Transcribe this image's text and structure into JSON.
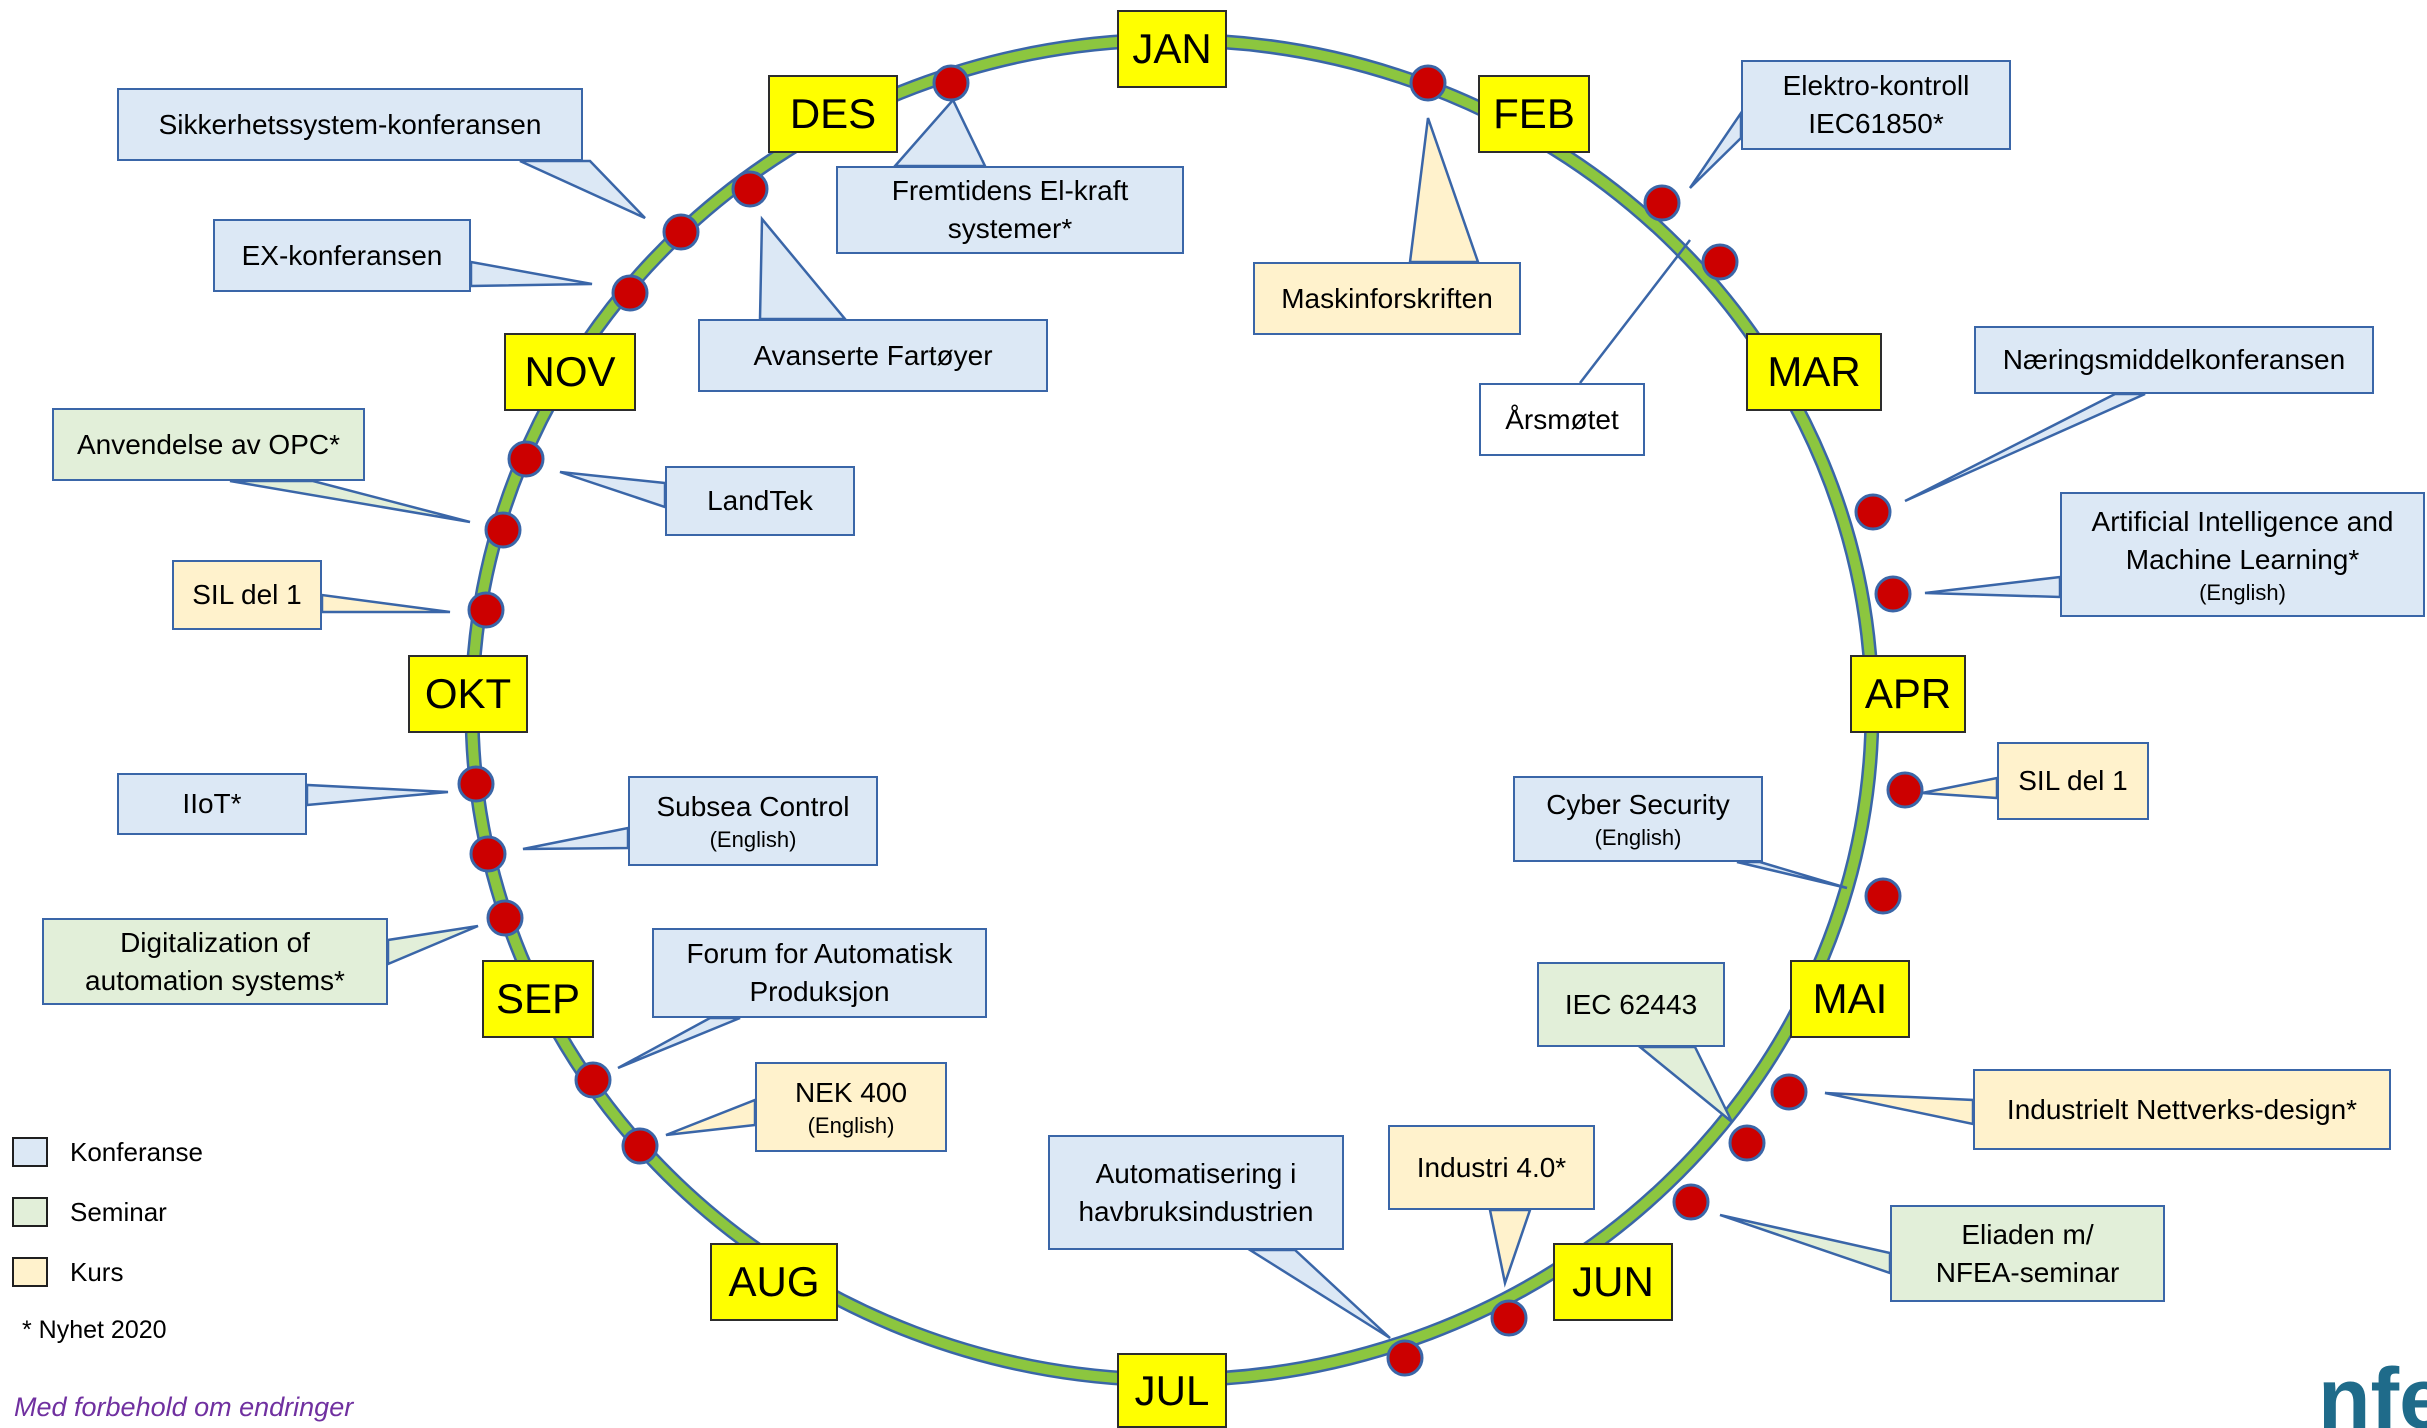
{
  "colors": {
    "ring": "#8cc63f",
    "ring_edge": "#3a66a8",
    "dot": "#cc0000",
    "month_fill": "#ffff00",
    "konferanse": "#dce8f5",
    "seminar": "#e2efd9",
    "kurs": "#fff2cc",
    "border": "#3a66a8",
    "footer": "#7030a0",
    "logo": "#1f6b8a"
  },
  "months": [
    "JAN",
    "FEB",
    "MAR",
    "APR",
    "MAI",
    "JUN",
    "JUL",
    "AUG",
    "SEP",
    "OKT",
    "NOV",
    "DES"
  ],
  "events": [
    {
      "lines": [
        "Sikkerhetssystem-konferansen"
      ],
      "type": "konferanse"
    },
    {
      "lines": [
        "EX-konferansen"
      ],
      "type": "konferanse"
    },
    {
      "lines": [
        "Fremtidens El-kraft",
        "systemer*"
      ],
      "type": "konferanse"
    },
    {
      "lines": [
        "Avanserte Fartøyer"
      ],
      "type": "konferanse"
    },
    {
      "lines": [
        "Maskinforskriften"
      ],
      "type": "kurs"
    },
    {
      "lines": [
        "Elektro-kontroll",
        "IEC61850*"
      ],
      "type": "konferanse"
    },
    {
      "lines": [
        "Årsmøtet"
      ],
      "type": "annet"
    },
    {
      "lines": [
        "Næringsmiddelkonferansen"
      ],
      "type": "konferanse"
    },
    {
      "lines": [
        "Artificial Intelligence and",
        "Machine Learning*"
      ],
      "sub": "(English)",
      "type": "konferanse"
    },
    {
      "lines": [
        "SIL del 1"
      ],
      "type": "kurs"
    },
    {
      "lines": [
        "Cyber Security"
      ],
      "sub": "(English)",
      "type": "konferanse"
    },
    {
      "lines": [
        "IEC 62443"
      ],
      "type": "seminar"
    },
    {
      "lines": [
        "Industrielt Nettverks-design*"
      ],
      "type": "kurs"
    },
    {
      "lines": [
        "Eliaden m/",
        "NFEA-seminar"
      ],
      "type": "seminar"
    },
    {
      "lines": [
        "Industri 4.0*"
      ],
      "type": "kurs"
    },
    {
      "lines": [
        "Automatisering i",
        "havbruksindustrien"
      ],
      "type": "konferanse"
    },
    {
      "lines": [
        "NEK 400"
      ],
      "sub": "(English)",
      "type": "kurs"
    },
    {
      "lines": [
        "Forum for Automatisk",
        "Produksjon"
      ],
      "type": "konferanse"
    },
    {
      "lines": [
        "Digitalization of",
        "automation systems*"
      ],
      "type": "seminar"
    },
    {
      "lines": [
        "Subsea Control"
      ],
      "sub": "(English)",
      "type": "konferanse"
    },
    {
      "lines": [
        "IIoT*"
      ],
      "type": "konferanse"
    },
    {
      "lines": [
        "SIL del 1"
      ],
      "type": "kurs"
    },
    {
      "lines": [
        "LandTek"
      ],
      "type": "konferanse"
    },
    {
      "lines": [
        "Anvendelse av OPC*"
      ],
      "type": "seminar"
    }
  ],
  "legend": [
    {
      "label": "Konferanse",
      "type": "konferanse"
    },
    {
      "label": "Seminar",
      "type": "seminar"
    },
    {
      "label": "Kurs",
      "type": "kurs"
    }
  ],
  "note": "* Nyhet 2020",
  "footer": "Med forbehold om endringer",
  "logo_text": "nfe"
}
